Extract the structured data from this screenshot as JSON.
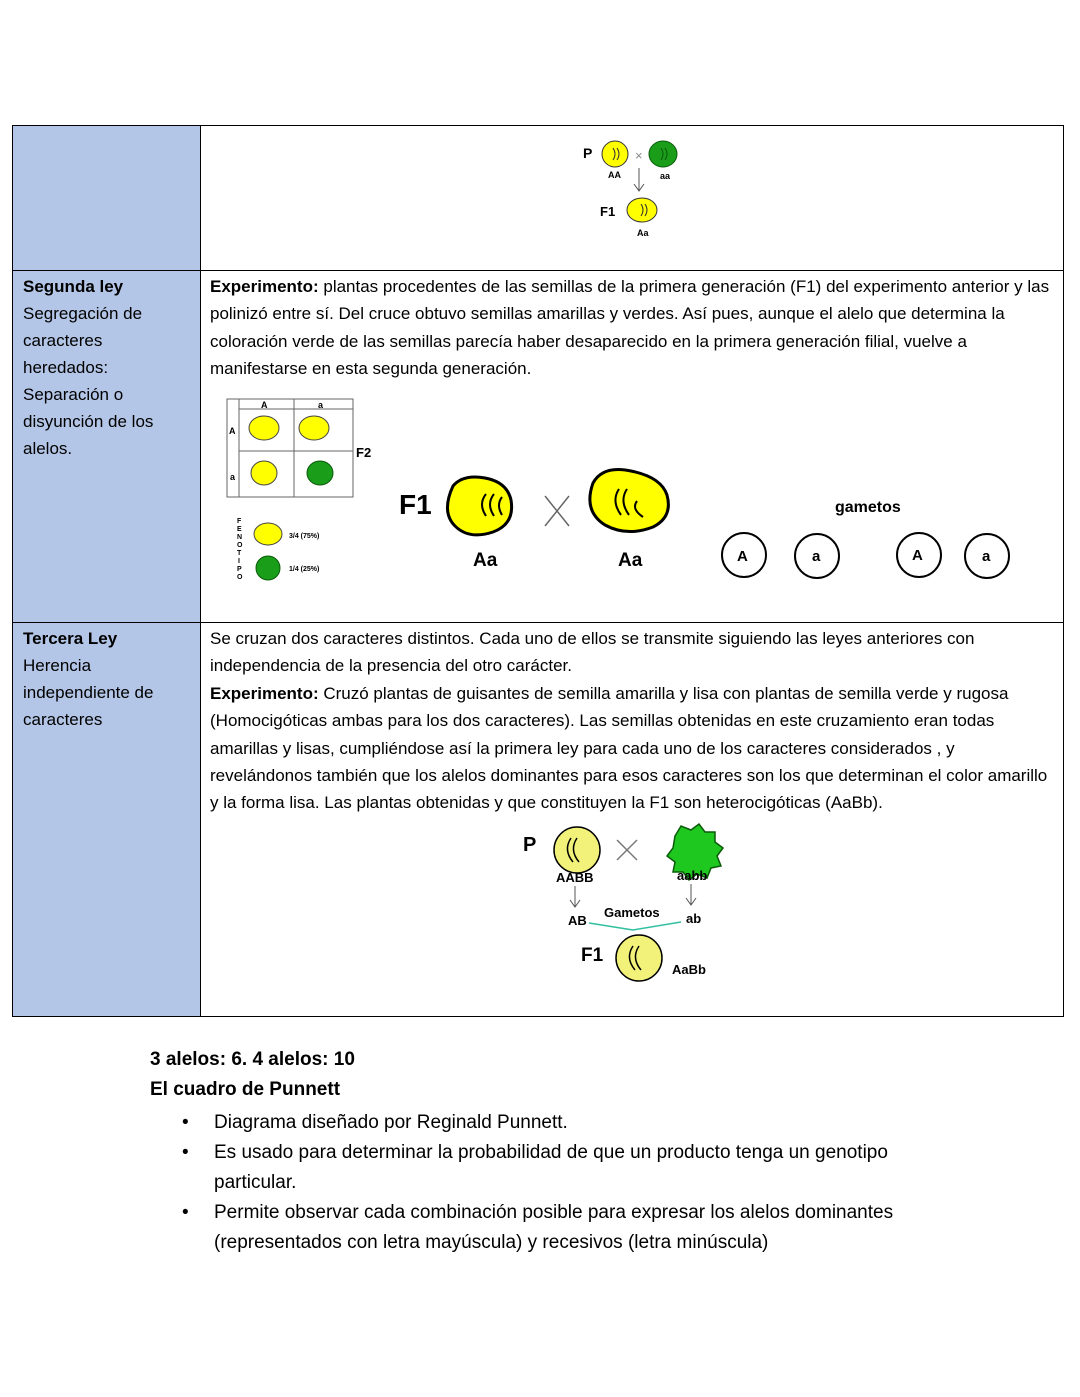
{
  "rows": {
    "row1": {
      "diagram": {
        "p_label": "P",
        "left_geno": "AA",
        "right_geno": "aa",
        "cross": "×",
        "f1_label": "F1",
        "f1_geno": "Aa"
      }
    },
    "row2": {
      "title": "Segunda ley",
      "subtitle_lines": [
        "Segregación de",
        "caracteres",
        "heredados:",
        "Separación o",
        "disyunción de los",
        "alelos."
      ],
      "experiment_label": "Experimento:",
      "experiment_text": " plantas procedentes de las semillas de la primera generación (F1) del experimento anterior y las polinizó entre sí. Del cruce obtuvo semillas amarillas y verdes. Así pues, aunque el alelo que determina la coloración verde de las semillas parecía haber desaparecido en la primera generación filial, vuelve a manifestarse en esta segunda generación.",
      "punnett": {
        "col_a": "A",
        "col_b": "a",
        "row_a": "A",
        "row_b": "a",
        "f2": "F2",
        "fenotipo_letters": [
          "F",
          "E",
          "N",
          "O",
          "T",
          "I",
          "P",
          "O"
        ],
        "ratio1": "3/4 (75%)",
        "ratio2": "1/4 (25%)"
      },
      "cross": {
        "f1": "F1",
        "left": "Aa",
        "right": "Aa",
        "gametos": "gametos",
        "g1": "A",
        "g2": "a",
        "g3": "A",
        "g4": "a"
      }
    },
    "row3": {
      "title": "Tercera Ley",
      "subtitle_lines": [
        "Herencia",
        "independiente de",
        "caracteres"
      ],
      "intro": "Se cruzan dos caracteres distintos. Cada uno de ellos se transmite siguiendo las leyes anteriores con independencia de la presencia del otro carácter.",
      "experiment_label": "Experimento:",
      "experiment_text": " Cruzó plantas de guisantes de semilla amarilla y lisa con plantas de semilla verde y rugosa (Homocigóticas ambas para los dos caracteres). Las semillas obtenidas en este cruzamiento eran todas amarillas y lisas, cumpliéndose así la primera ley para cada uno de los caracteres considerados , y revelándonos también que los alelos dominantes para esos caracteres son los que determinan el color amarillo y la forma lisa. Las plantas obtenidas y que constituyen la F1 son heterocigóticas (AaBb).",
      "diagram": {
        "p": "P",
        "left": "AABB",
        "right": "aabb",
        "g_left": "AB",
        "g_right": "ab",
        "gametos": "Gametos",
        "f1": "F1",
        "f1_geno": "AaBb"
      }
    }
  },
  "after": {
    "line1": "3 alelos: 6. 4 alelos: 10",
    "heading": "El cuadro de Punnett",
    "bullets": [
      "Diagrama diseñado por Reginald Punnett.",
      "Es usado para determinar la probabilidad de que un producto tenga un genotipo particular.",
      "Permite observar cada combinación posible para expresar los alelos dominantes (representados con letra mayúscula) y recesivos (letra minúscula)"
    ]
  },
  "colors": {
    "left_col": "#b4c6e7",
    "yellow": "#ffff00",
    "green": "#1a9e1a",
    "pale_yellow": "#f2f27a"
  }
}
